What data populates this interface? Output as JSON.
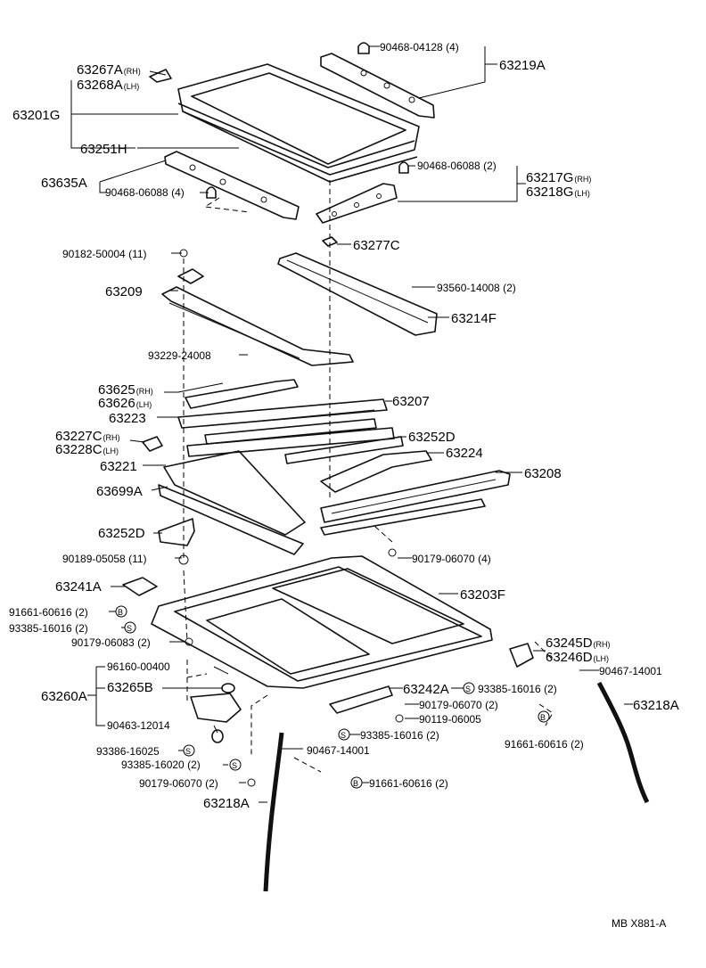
{
  "drawing_code": "MB X881-A",
  "symbols": {
    "s": "S",
    "b": "B"
  },
  "labels": {
    "p63267A": "63267A",
    "p63268A": "63268A",
    "p63201G": "63201G",
    "p63251H": "63251H",
    "p63635A": "63635A",
    "p90468_06088_a": "90468-06088 (4)",
    "p90468_04128": "90468-04128 (4)",
    "p63219A": "63219A",
    "p90468_06088_b": "90468-06088 (2)",
    "p63217G": "63217G",
    "p63218G": "63218G",
    "p63277C": "63277C",
    "p90182": "90182-50004 (11)",
    "p63209": "63209",
    "p93560": "93560-14008 (2)",
    "p63214F": "63214F",
    "p93229": "93229-24008",
    "p63625": "63625",
    "p63626": "63626",
    "p63207": "63207",
    "p63223": "63223",
    "p63227C": "63227C",
    "p63228C": "63228C",
    "p63252D_a": "63252D",
    "p63224": "63224",
    "p63221": "63221",
    "p63208": "63208",
    "p63699A": "63699A",
    "p63252D_b": "63252D",
    "p90189": "90189-05058 (11)",
    "p90179_06070_4": "90179-06070 (4)",
    "p63241A": "63241A",
    "p63203F": "63203F",
    "p91661_a": "91661-60616 (2)",
    "p93385_a": "93385-16016 (2)",
    "p90179_06083": "90179-06083 (2)",
    "p63245D": "63245D",
    "p63246D": "63246D",
    "p90467_a": "90467-14001",
    "p96160": "96160-00400",
    "p63265B": "63265B",
    "p63260A": "63260A",
    "p63242A": "63242A",
    "p93385_b": "93385-16016 (2)",
    "p63218A_a": "63218A",
    "p90179_06070_2a": "90179-06070 (2)",
    "p90463": "90463-12014",
    "p90119": "90119-06005",
    "p93385_c": "93385-16016 (2)",
    "p91661_b": "91661-60616 (2)",
    "p93386": "93386-16025",
    "p90467_b": "90467-14001",
    "p93385_d": "93385-16020 (2)",
    "p90179_06070_2b": "90179-06070 (2)",
    "p91661_c": "91661-60616 (2)",
    "p63218A_b": "63218A"
  },
  "sides": {
    "rh": "(RH)",
    "lh": "(LH)"
  }
}
